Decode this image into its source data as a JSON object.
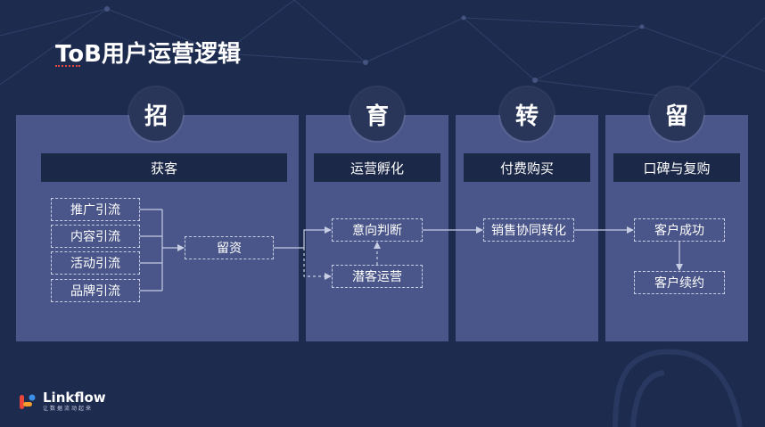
{
  "title": "ToB用户运营逻辑",
  "stages": [
    {
      "icon_char": "招",
      "header": "获客",
      "items": [
        "推广引流",
        "内容引流",
        "活动引流",
        "品牌引流"
      ],
      "merge": "留资"
    },
    {
      "icon_char": "育",
      "header": "运营孵化",
      "items": [
        "意向判断",
        "潜客运营"
      ]
    },
    {
      "icon_char": "转",
      "header": "付费购买",
      "items": [
        "销售协同转化"
      ]
    },
    {
      "icon_char": "留",
      "header": "口碑与复购",
      "items": [
        "客户成功",
        "客户续约"
      ]
    }
  ],
  "brand": {
    "name": "Linkflow",
    "slogan": "让数据流动起来"
  },
  "colors": {
    "background": "#1d2b4f",
    "panel": "#4a5689",
    "header_bar": "#1c2847",
    "circle": "#293659",
    "connector": "#c7cde3",
    "logo_red": "#e9453b",
    "logo_orange": "#f39c2e",
    "logo_blue": "#3d8ee6"
  }
}
